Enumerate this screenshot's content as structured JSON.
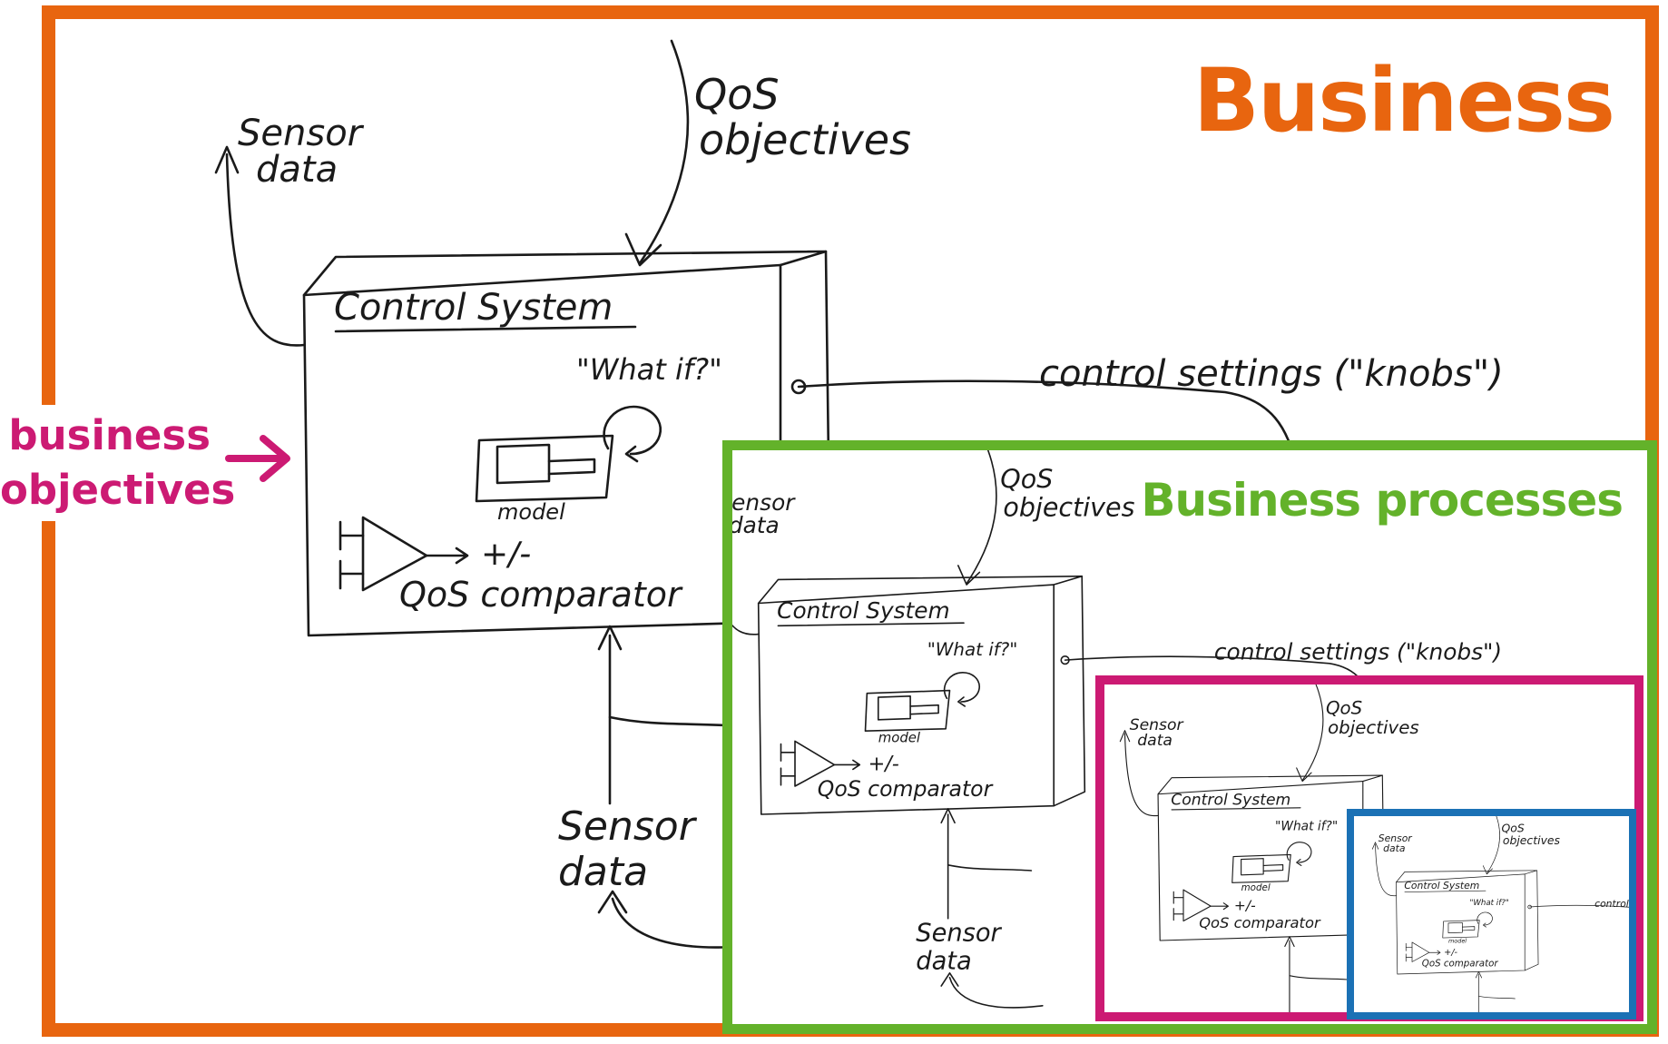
{
  "titles": {
    "outer": "Business",
    "inner": "Business processes"
  },
  "side_label": {
    "line1": "business",
    "line2": "objectives"
  },
  "colors": {
    "business": "#e8650f",
    "business_processes": "#63b22a",
    "magenta": "#cc1a73",
    "blue": "#1b71b5"
  },
  "sketch": {
    "qos_line1": "QoS",
    "qos_line2": "objectives",
    "sensor_line1": "Sensor",
    "sensor_line2": "data",
    "control_system": "Control System",
    "what_if": "\"What if?\"",
    "model": "model",
    "plus_minus": "+/-",
    "comparator": "QoS comparator",
    "control_settings": "control settings (\"knobs\")",
    "bottom_sensor_line1": "Sensor",
    "bottom_sensor_line2": "data"
  }
}
